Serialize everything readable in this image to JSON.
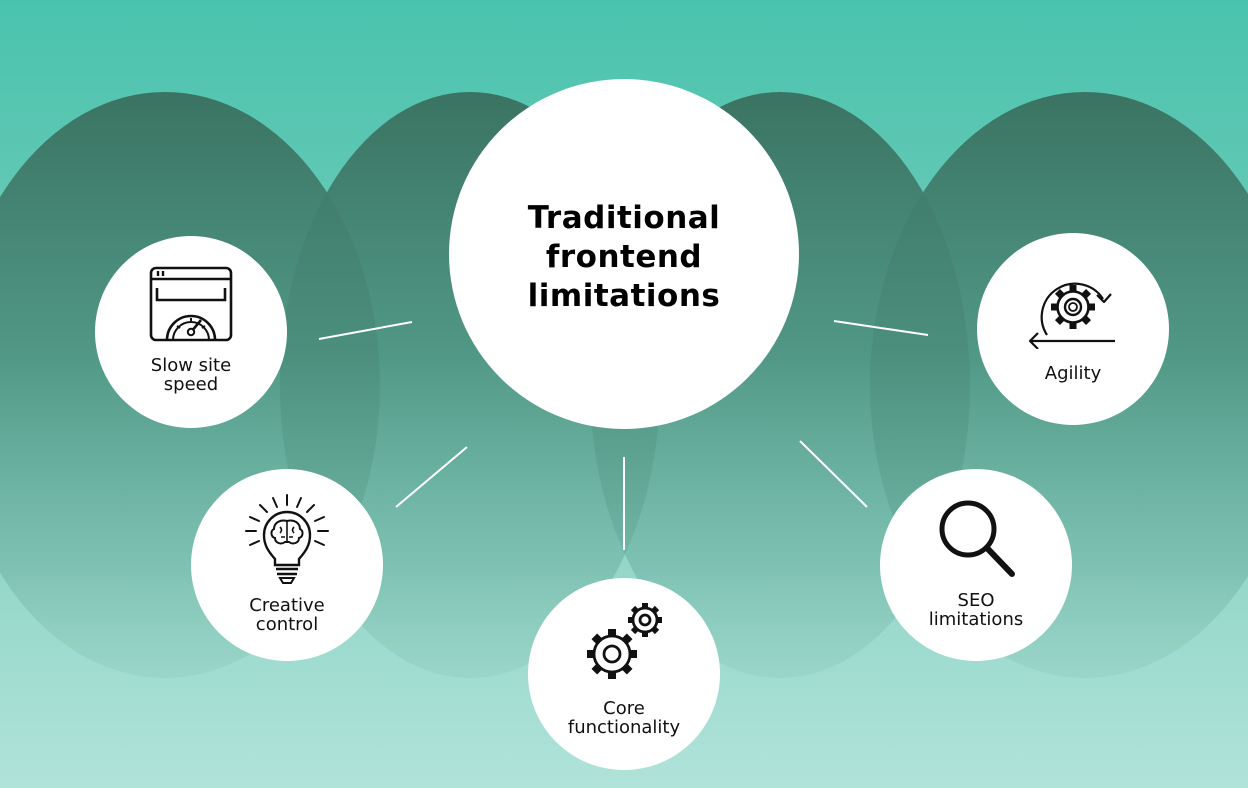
{
  "diagram": {
    "center": {
      "title": "Traditional\nfrontend\nlimitations"
    },
    "nodes": [
      {
        "id": "slow-site-speed",
        "label": "Slow site\nspeed",
        "icon": "browser-speedometer-icon"
      },
      {
        "id": "creative-control",
        "label": "Creative\ncontrol",
        "icon": "lightbulb-brain-icon"
      },
      {
        "id": "core-functionality",
        "label": "Core\nfunctionality",
        "icon": "gears-icon"
      },
      {
        "id": "seo-limitations",
        "label": "SEO\nlimitations",
        "icon": "magnifying-glass-icon"
      },
      {
        "id": "agility",
        "label": "Agility",
        "icon": "cycle-gear-arrow-icon"
      }
    ],
    "colors": {
      "background_top": "#4ac3ad",
      "background_bottom": "#b0e3da",
      "blob": "#3b7362",
      "connector": "#ffffff",
      "circle": "#ffffff",
      "text": "#111111"
    }
  }
}
